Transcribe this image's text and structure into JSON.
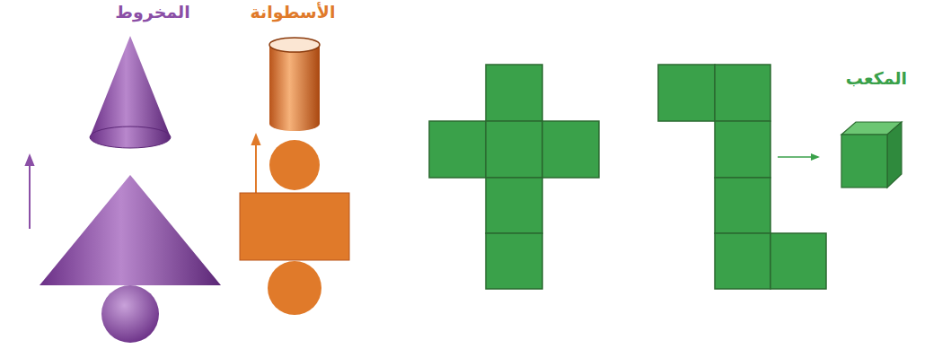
{
  "diagram": {
    "labels": [
      "المخروط",
      "الأسطوانة",
      "المكعب"
    ]
  }
}
